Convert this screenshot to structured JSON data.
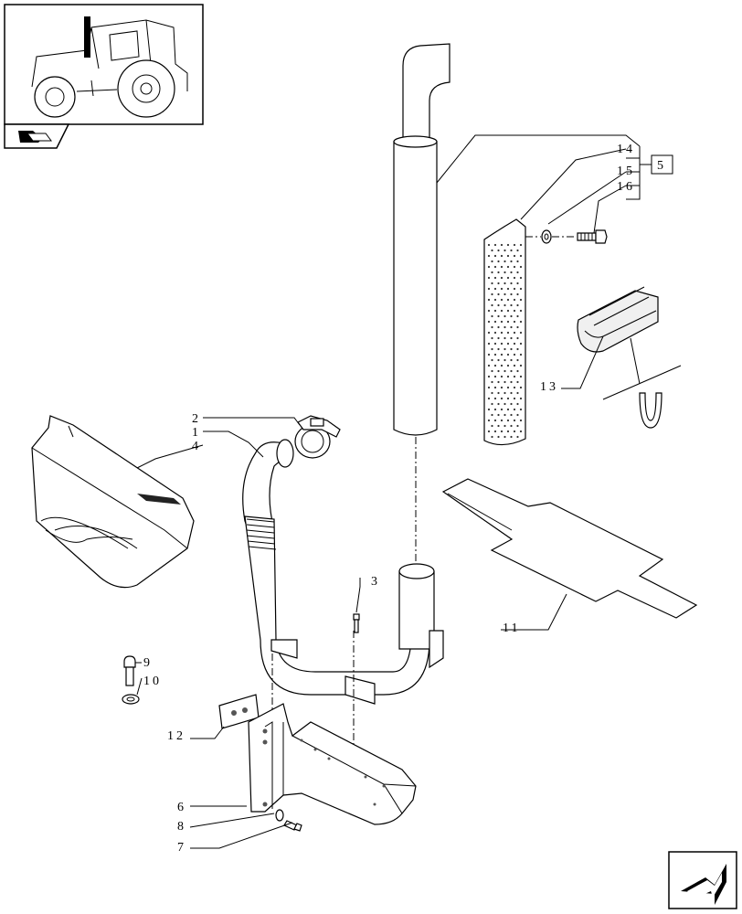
{
  "callouts": {
    "c1": "1",
    "c2": "2",
    "c3": "3",
    "c4": "4",
    "c5": "5",
    "c6": "6",
    "c7": "7",
    "c8": "8",
    "c9": "9",
    "c10": "10",
    "c11": "11",
    "c12": "12",
    "c13": "13",
    "c14": "14",
    "c15": "15",
    "c16": "16"
  },
  "icons": {
    "thumbnail": "tractor-thumbnail-icon",
    "section": "section-folder-icon",
    "nav": "next-page-arrow-icon"
  }
}
